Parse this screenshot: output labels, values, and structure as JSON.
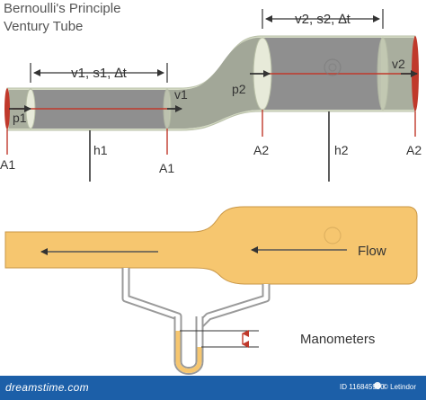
{
  "title": {
    "line1": "Bernoulli's Principle",
    "line2": "Ventury Tube"
  },
  "tube": {
    "section1_dim": "v1, s1, ∆t",
    "section2_dim": "v2, s2, ∆t",
    "pressure1": "p1",
    "pressure2": "p2",
    "velocity1": "v1",
    "velocity2": "v2",
    "area1_left": "A1",
    "area1_right": "A1",
    "area2_left": "A2",
    "area2_right": "A2",
    "height1": "h1",
    "height2": "h2"
  },
  "manometer": {
    "flow_label": "Flow",
    "manometers_label": "Manometers"
  },
  "footer": {
    "brand": "dreamstime.com",
    "image_id": "ID 116845990",
    "author": "© Letindor"
  },
  "colors": {
    "tube_fill": "#8f8f8f",
    "tube_edge": "#c9cfb8",
    "tube_end_cap": "#c0392b",
    "center_line": "#c0392b",
    "pipe_fill": "#f6c66f",
    "pipe_stroke": "#b8823a",
    "footer_bg": "#1c5fa8"
  }
}
